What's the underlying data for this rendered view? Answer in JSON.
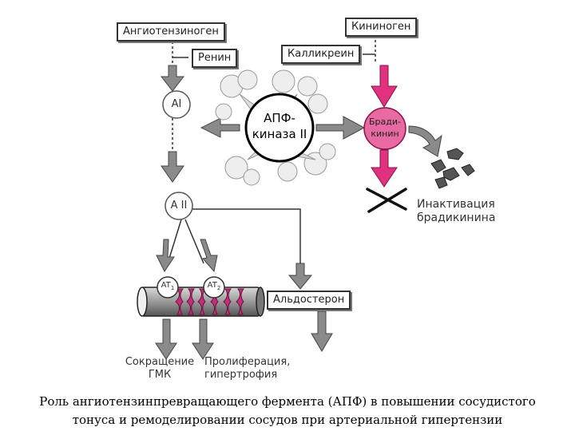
{
  "nodes": {
    "angiotensinogen": "Ангиотензиноген",
    "renin": "Ренин",
    "kininogen": "Кининоген",
    "kallikrein": "Калликреин",
    "a1": "AI",
    "a2": "A II",
    "ace_line1": "АПФ-",
    "ace_line2": "киназа II",
    "bradykinin_line1": "Бради-",
    "bradykinin_line2": "кинин",
    "inactivation_line1": "Инактивация",
    "inactivation_line2": "брадикинина",
    "at1_prefix": "AT",
    "at1_sub": "1",
    "at2_prefix": "AT",
    "at2_sub": "2",
    "aldosterone": "Альдостерон",
    "contraction_line1": "Сокращение",
    "contraction_line2": "ГМК",
    "proliferation_line1": "Пролиферация,",
    "proliferation_line2": "гипертрофия"
  },
  "colors": {
    "arrow_gray": "#8a8a8a",
    "bradykinin_magenta": "#e0337f",
    "line": "#333333"
  },
  "caption": {
    "line1": "Роль ангиотензинпревращающего фермента (АПФ) в повышении сосудистого",
    "line2": "тонуса и ремоделировании сосудов при артериальной гипертензии"
  }
}
